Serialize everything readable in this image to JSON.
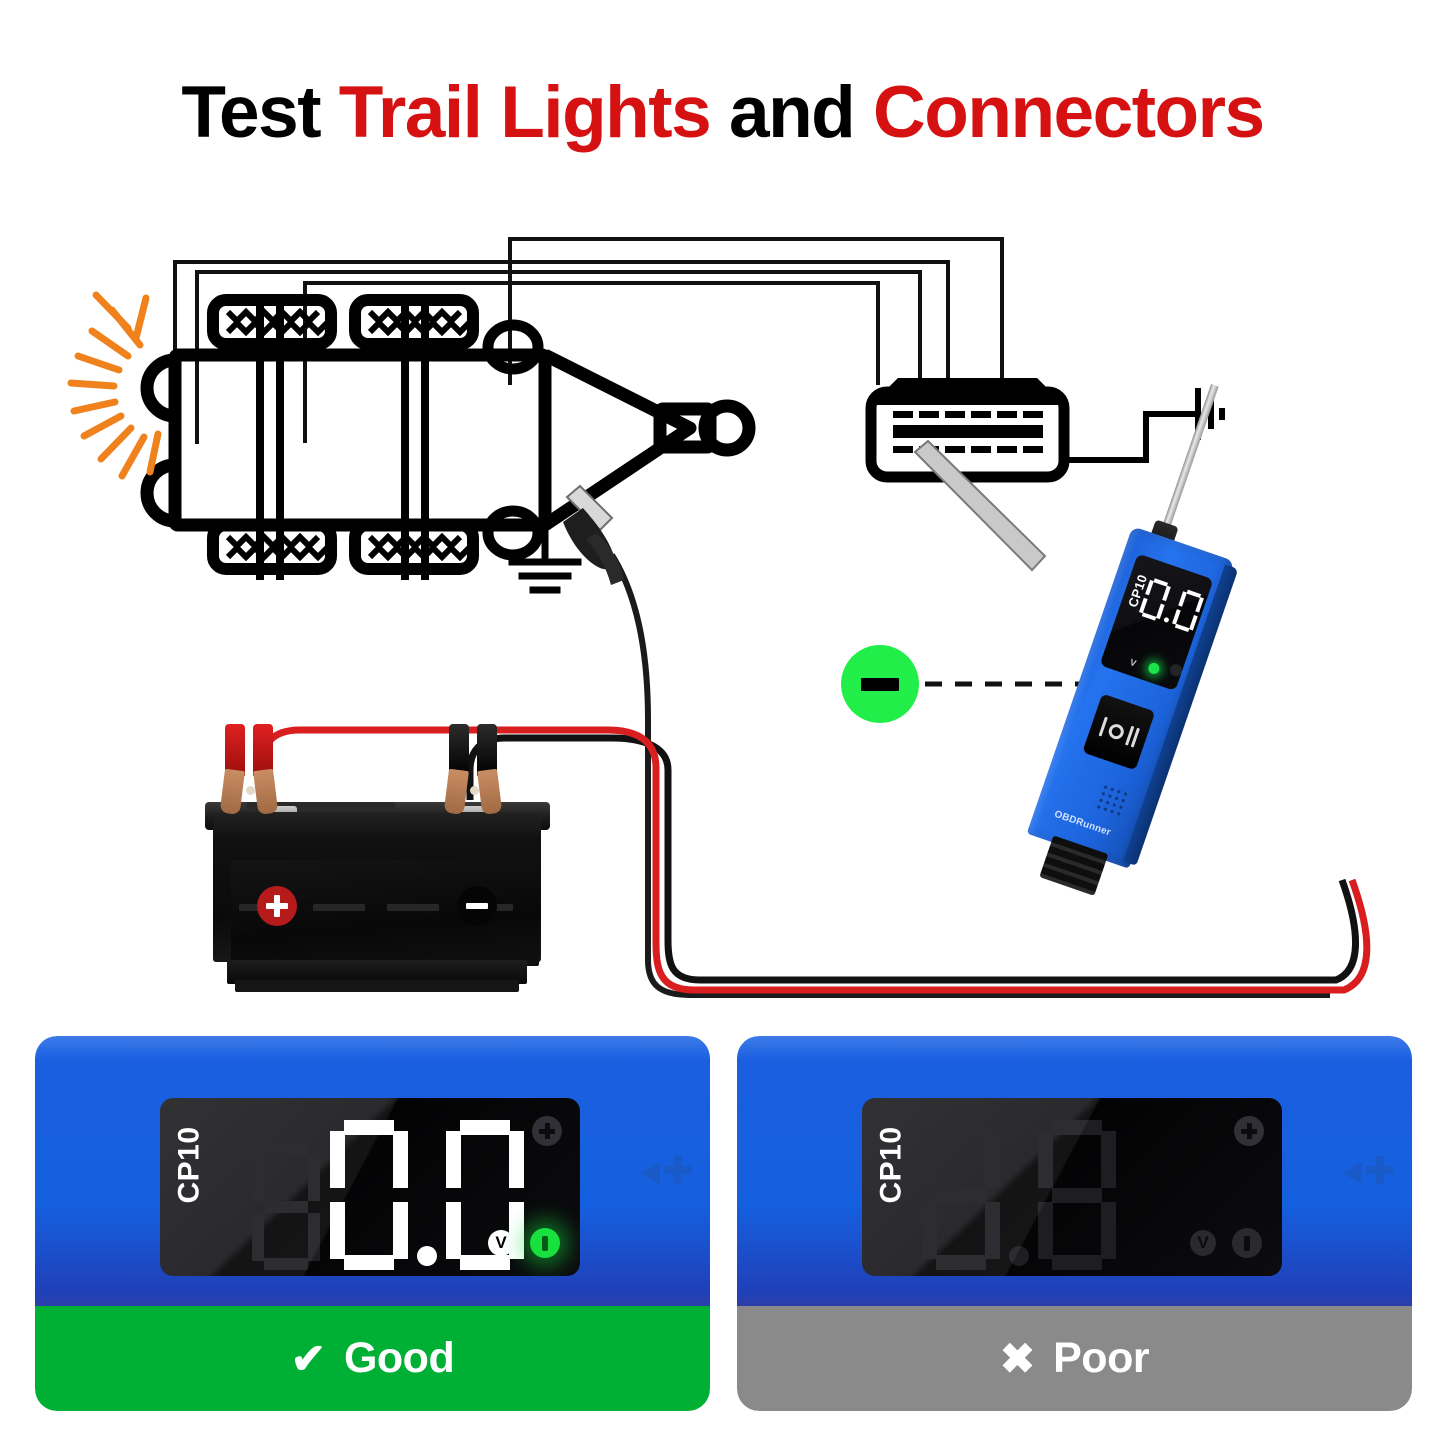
{
  "title": {
    "part1": "Test ",
    "part2": "Trail Lights",
    "part3": " and ",
    "part4": "Connectors",
    "color_black": "#000000",
    "color_red": "#D61111"
  },
  "diagram": {
    "trailer": {
      "name": "trailer-outline",
      "wheels": 4,
      "tail_light_rays": 11,
      "ray_color": "#F0821E",
      "ground_symbol": "earth-ground",
      "coupler": "hitch-coupler"
    },
    "connector": {
      "name": "trailer-wiring-connector",
      "pin_rows": 3,
      "ground_symbol": "chassis-ground"
    },
    "battery": {
      "name": "car-battery",
      "positive_symbol": "+",
      "negative_symbol": "–",
      "positive_color": "#B51B1B",
      "negative_color": "#050505",
      "red_lead_color": "#E02020",
      "black_lead_color": "#111111"
    },
    "probe": {
      "model": "CP10",
      "brand": "OBDRunner",
      "reading": "0.0",
      "unit": "V",
      "body_color": "#1560E0",
      "led_color": "#17E03F",
      "switch_marks": "I O II"
    },
    "callout": {
      "name": "negative-polarity-badge",
      "symbol": "–",
      "badge_color": "#22EE4A",
      "connector_style": "dashed-line"
    }
  },
  "panels": [
    {
      "id": "good",
      "model": "CP10",
      "reading": "0.0",
      "digits": [
        "0",
        "0"
      ],
      "decimal_point": true,
      "unit": "V",
      "display_state": "on",
      "led_state": "on",
      "footer_label": "Good",
      "footer_icon": "✔",
      "footer_color": "#00B034",
      "body_color": "#1560E0"
    },
    {
      "id": "poor",
      "model": "CP10",
      "reading": "",
      "digits": [
        "8",
        "8"
      ],
      "decimal_point": true,
      "unit": "V",
      "display_state": "off",
      "led_state": "off",
      "footer_label": "Poor",
      "footer_icon": "✖",
      "footer_color": "#8A8A8A",
      "body_color": "#1560E0"
    }
  ]
}
